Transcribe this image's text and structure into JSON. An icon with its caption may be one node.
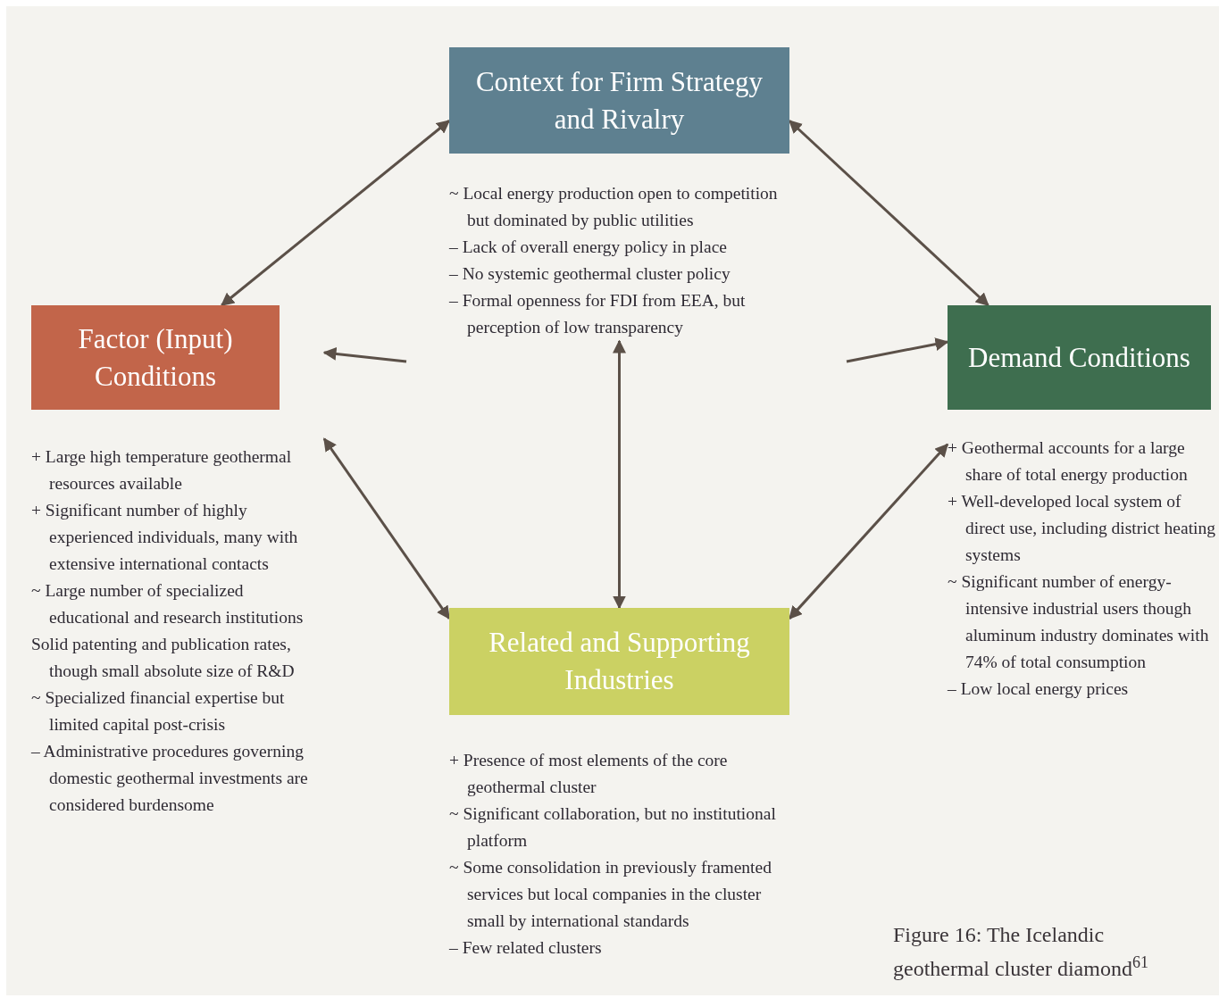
{
  "diagram": {
    "caption": "Figure 16: The Icelandic geothermal cluster diamond$^{61}$",
    "nodes": [
      {
        "text": [
          "Context for Firm Strategy and Rivalry"
        ],
        "beside": [
          "~ Local energy production open to competition but dominated by public utilities",
          "– Lack of overall energy policy in place",
          "– No systemic geothermal cluster policy",
          "– Formal openness for FDI from EEA, but perception of low transparency"
        ]
      },
      {
        "text": [
          "Factor (Input) Conditions"
        ],
        "beside": [
          "+ Large high temperature geothermal resources available",
          "+ Significant number of highly experienced individuals, many with extensive international contacts",
          "~ Large number of specialized educational and research institutions",
          "Solid patenting and publication rates, though small absolute size of R&D",
          "~ Specialized financial expertise but limited capital post-crisis",
          "– Administrative procedures governing domestic geothermal investments are considered burdensome"
        ]
      },
      {
        "text": [
          "Demand Conditions"
        ],
        "beside": [
          "+ Geothermal accounts for a large share of total energy production",
          "+ Well-developed local  system of direct use, including district heating systems",
          "~ Significant number of energy-intensive industrial users  though aluminum industry dominates with 74% of total consumption",
          "– Low local energy prices"
        ]
      },
      {
        "text": [
          "Related and Supporting Industries"
        ],
        "beside": [
          "+ Presence of most elements of the core geothermal cluster",
          "~ Significant collaboration, but no institutional platform",
          "~ Some consolidation in previously framented services but local companies in the cluster small by international standards",
          "– Few related clusters"
        ]
      }
    ],
    "edges": [
      {
        "from": 0,
        "to": 1,
        "arrow": "both"
      },
      {
        "from": 0,
        "to": 2,
        "arrow": "both"
      },
      {
        "from": null,
        "to": 1,
        "arrow": "to"
      },
      {
        "from": null,
        "to": 2,
        "arrow": "to"
      },
      {
        "from": 1,
        "to": 3,
        "arrow": "both"
      },
      {
        "from": 0,
        "to": 3,
        "arrow": "both"
      },
      {
        "from": 2,
        "to": 3,
        "arrow": "both"
      }
    ]
  }
}
